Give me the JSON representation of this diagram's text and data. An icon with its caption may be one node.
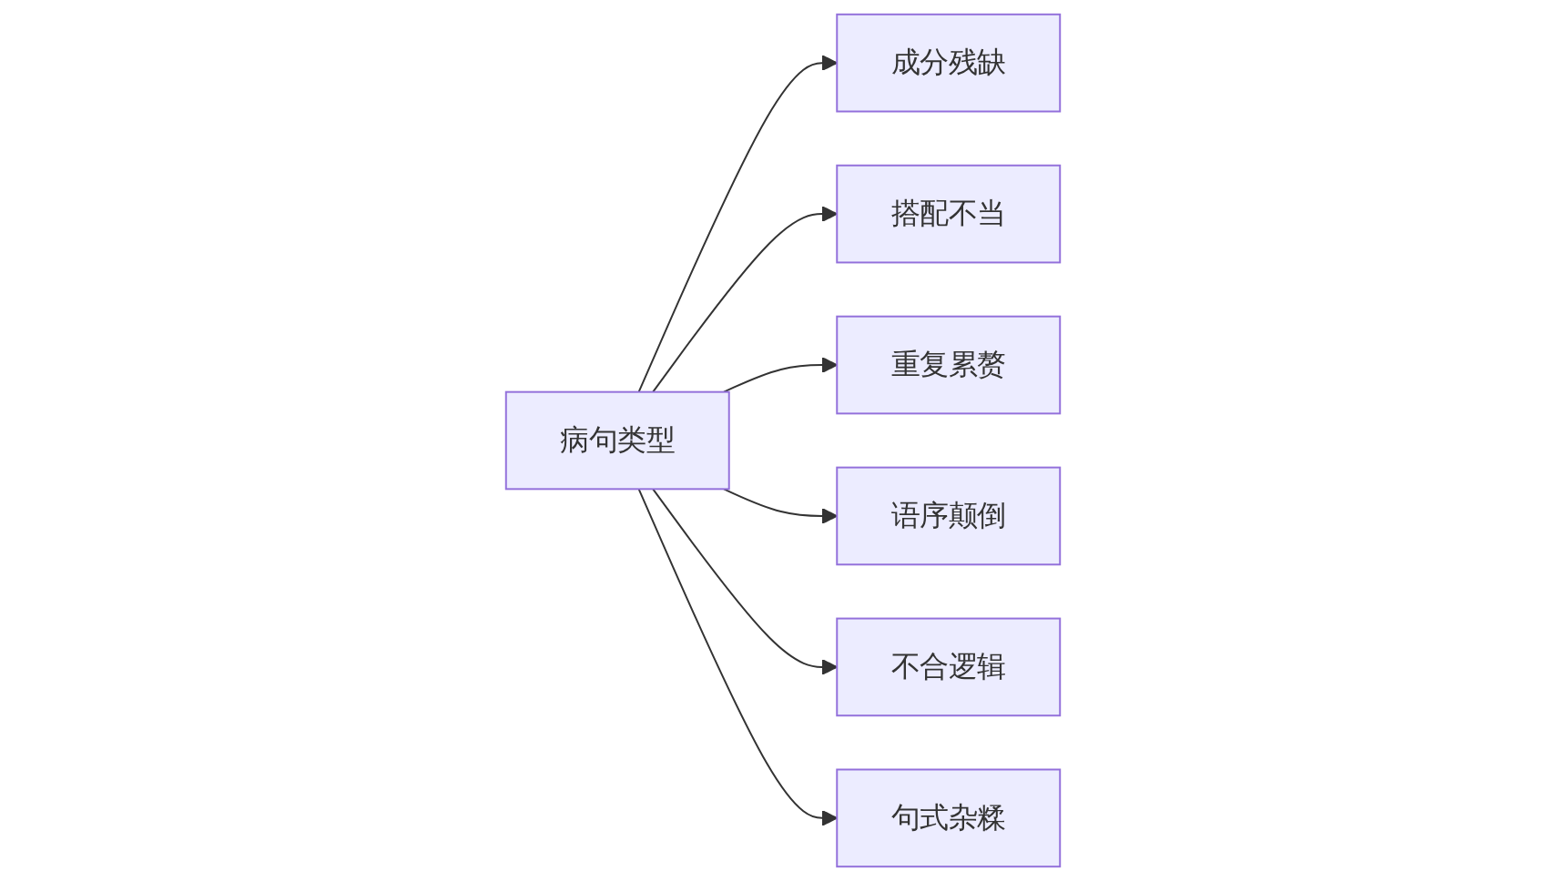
{
  "diagram": {
    "nodes": [
      {
        "text": [
          "病句类型"
        ]
      },
      {
        "text": [
          "成分残缺"
        ]
      },
      {
        "text": [
          "搭配不当"
        ]
      },
      {
        "text": [
          "重复累赘"
        ]
      },
      {
        "text": [
          "语序颠倒"
        ]
      },
      {
        "text": [
          "不合逻辑"
        ]
      },
      {
        "text": [
          "句式杂糅"
        ]
      }
    ],
    "edges": [
      {
        "from": 0,
        "to": 1,
        "arrow": "to"
      },
      {
        "from": 0,
        "to": 2,
        "arrow": "to"
      },
      {
        "from": 0,
        "to": 3,
        "arrow": "to"
      },
      {
        "from": 0,
        "to": 4,
        "arrow": "to"
      },
      {
        "from": 0,
        "to": 5,
        "arrow": "to"
      },
      {
        "from": 0,
        "to": 6,
        "arrow": "to"
      }
    ]
  }
}
